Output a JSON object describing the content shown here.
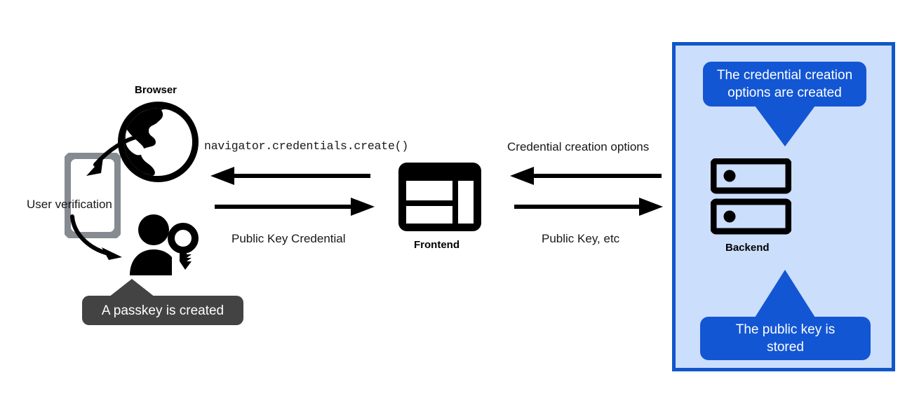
{
  "diagram": {
    "title": "WebAuthn passkey registration flow",
    "background_color": "#ffffff"
  },
  "client_side": {
    "browser_label": "Browser",
    "browser_icon": "globe-icon",
    "phone_icon": "smartphone-icon",
    "phone_color": "#868a91",
    "user_verification_label": "User verification",
    "user_key_icon": "person-with-key-icon",
    "passkey_callout": {
      "text": "A passkey is created",
      "background_color": "#434343",
      "text_color": "#ffffff"
    }
  },
  "frontend": {
    "label": "Frontend",
    "icon": "webpage-layout-icon"
  },
  "backend": {
    "label": "Backend",
    "icon": "server-rack-icon",
    "panel_background_color": "#cbdefb",
    "panel_border_color": "#1057c8",
    "top_callout": {
      "text": "The credential creation options are created",
      "line1": "The credential creation",
      "line2": "options are created",
      "background_color": "#1356d4",
      "text_color": "#ffffff"
    },
    "bottom_callout": {
      "text": "The public key is stored",
      "line1": "The public key is",
      "line2": "stored",
      "background_color": "#1356d4",
      "text_color": "#ffffff"
    }
  },
  "messages": {
    "browser_to_frontend_top": {
      "label": "navigator.credentials.create()",
      "direction": "left",
      "style": "monospace"
    },
    "browser_to_frontend_bottom": {
      "label": "Public Key Credential",
      "direction": "right",
      "style": "regular"
    },
    "frontend_to_backend_top": {
      "label": "Credential creation options",
      "direction": "left",
      "style": "regular"
    },
    "frontend_to_backend_bottom": {
      "label": "Public Key, etc",
      "direction": "right",
      "style": "regular"
    }
  }
}
